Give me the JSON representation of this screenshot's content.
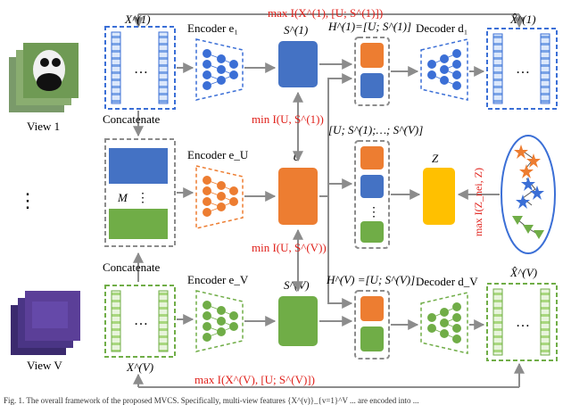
{
  "labels": {
    "x1": "X^(1)",
    "xv": "X^(V)",
    "xhat1": "X̂^(1)",
    "xhatv": "X̂^(V)",
    "view1": "View 1",
    "viewv": "View V",
    "concat_top": "Concatenate",
    "concat_bottom": "Concatenate",
    "m_label": "M",
    "enc_e1": "Encoder e₁",
    "enc_eu": "Encoder e_U",
    "enc_ev": "Encoder e_V",
    "dec_d1": "Decoder d₁",
    "dec_dv": "Decoder d_V",
    "s1": "S^(1)",
    "u": "U",
    "sv": "S^(V)",
    "h1": "H^(1)=[U; S^(1)]",
    "hv": "H^(V) =[U; S^(V)]",
    "concat_h": "[U; S^(1);…; S^(V)]",
    "z": "Z",
    "ellipsis": "…",
    "vdots": "⋮"
  },
  "objectives": {
    "top": "max I(X^(1), [U; S^(1)])",
    "mid_top": "min I(U, S^(1))",
    "mid_bottom": "min I(U, S^(V))",
    "right": "max I(Z_nei, Z)",
    "bottom": "max I(X^(V), [U; S^(V)])"
  },
  "caption": "Fig. 1. The overall framework of the proposed MVCS. Specifically, multi-view features {X^(v)}_{v=1}^V ... are encoded into ..."
}
